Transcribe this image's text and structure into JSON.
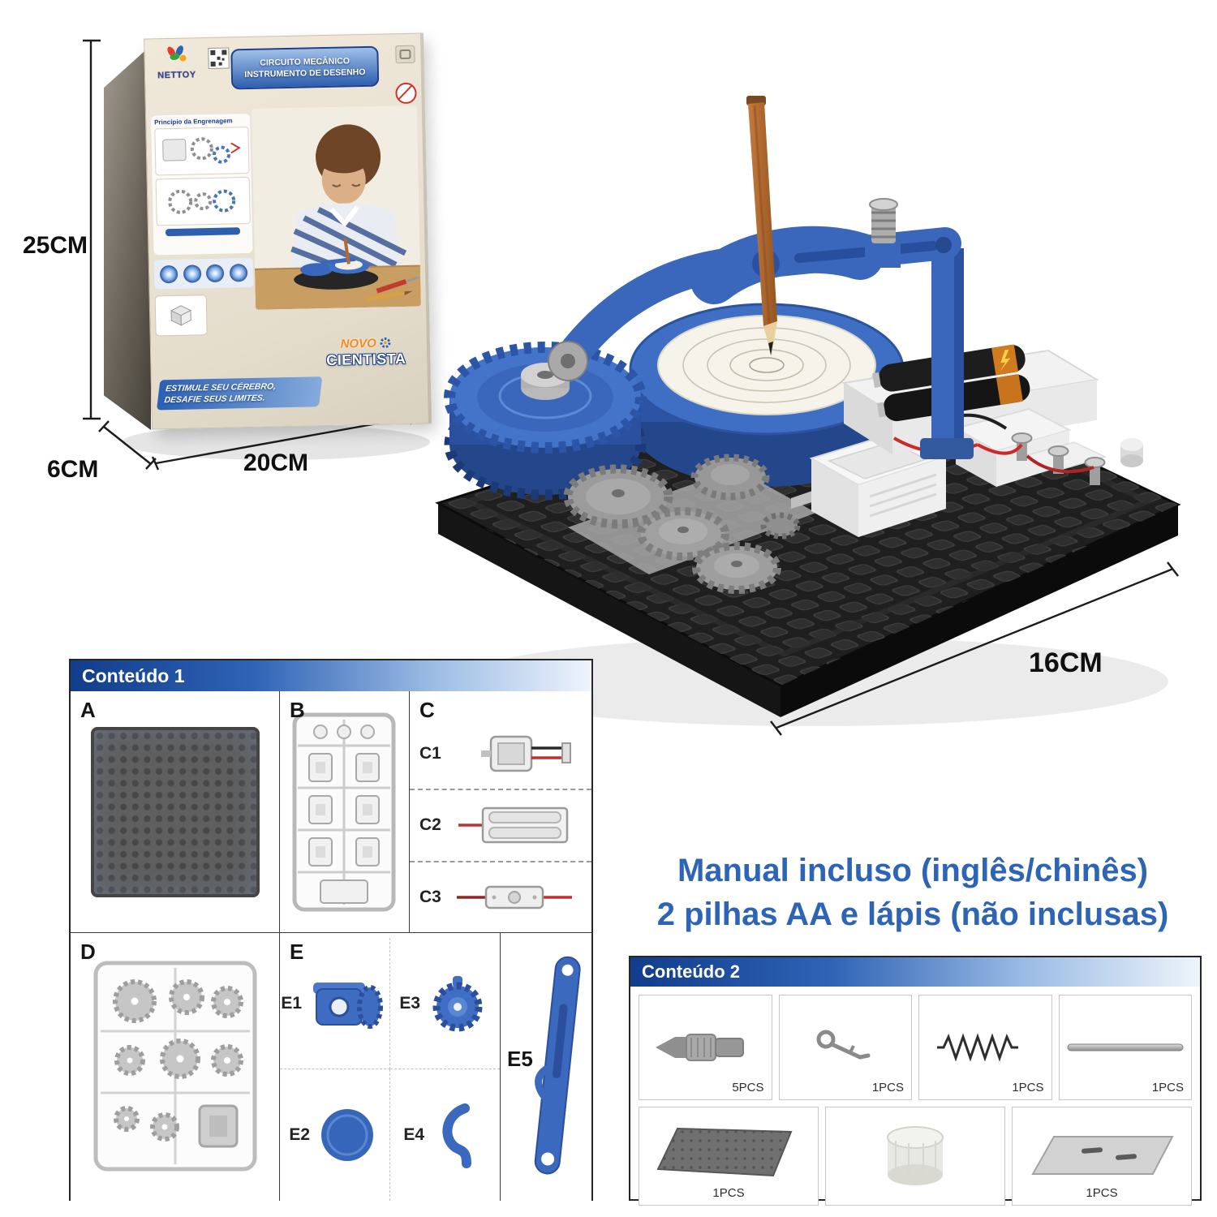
{
  "dims": {
    "box_height": "25CM",
    "box_depth": "6CM",
    "box_width": "20CM",
    "product_width": "16CM"
  },
  "box": {
    "brand": "NETTOY",
    "title1": "CIRCUITO MECÂNICO",
    "title2": "INSTRUMENTO DE DESENHO",
    "panel_heading": "Princípio da Engrenagem",
    "badge1": "NOVO",
    "badge2": "CIENTISTA",
    "slogan1": "ESTIMULE SEU CÉREBRO,",
    "slogan2": "DESAFIE SEUS LIMITES."
  },
  "content1": {
    "header": "Conteúdo 1",
    "labels": {
      "a": "A",
      "b": "B",
      "c": "C",
      "c1": "C1",
      "c2": "C2",
      "c3": "C3",
      "d": "D",
      "e": "E",
      "e1": "E1",
      "e2": "E2",
      "e3": "E3",
      "e4": "E4",
      "e5": "E5"
    }
  },
  "notes": {
    "line1": "Manual incluso (inglês/chinês)",
    "line2": "2 pilhas AA e lápis (não inclusas)"
  },
  "content2": {
    "header": "Conteúdo 2",
    "items": [
      {
        "qty": "5PCS"
      },
      {
        "qty": "1PCS"
      },
      {
        "qty": "1PCS"
      },
      {
        "qty": "1PCS"
      },
      {
        "qty": "1PCS"
      },
      {
        "qty": ""
      },
      {
        "qty": "1PCS"
      }
    ]
  }
}
